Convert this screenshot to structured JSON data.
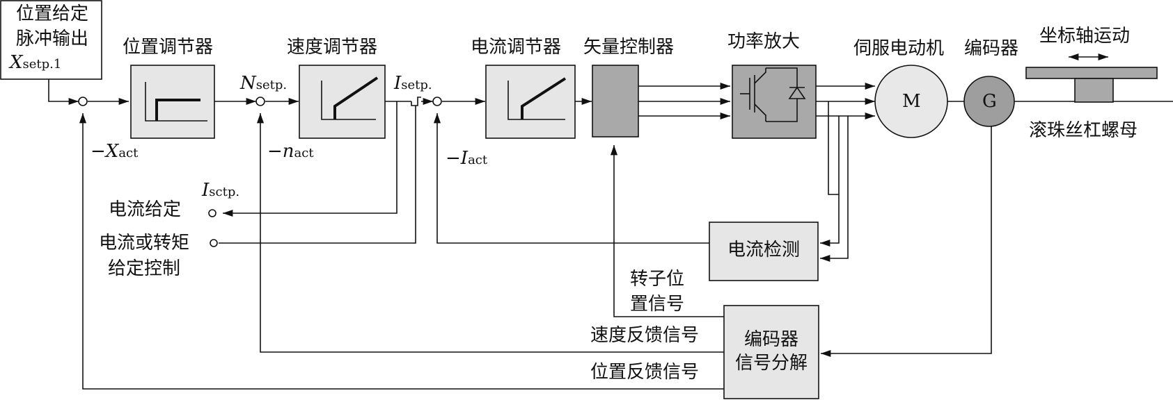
{
  "blocks": {
    "pos_setpoint_line1": "位置给定",
    "pos_setpoint_line2": "脉冲输出",
    "pos_setpoint_sym": "X",
    "pos_setpoint_sub": "setp.1",
    "pos_regulator": "位置调节器",
    "speed_regulator": "速度调节器",
    "current_regulator": "电流调节器",
    "vector_controller": "矢量控制器",
    "power_amp": "功率放大",
    "servo_motor": "伺服电动机",
    "encoder": "编码器",
    "axis_motion": "坐标轴运动",
    "ball_screw": "滚珠丝杠螺母",
    "motor_letter": "M",
    "encoder_letter": "G",
    "current_detect": "电流检测",
    "encoder_decomp_line1": "编码器",
    "encoder_decomp_line2": "信号分解"
  },
  "signals": {
    "n_setp_sym": "N",
    "n_setp_sub": "setp.",
    "i_setp_sym": "I",
    "i_setp_sub": "setp.",
    "x_act_prefix": "−",
    "x_act_sym": "X",
    "x_act_sub": "act",
    "n_act_prefix": "−",
    "n_act_sym": "n",
    "n_act_sub": "act",
    "i_act_prefix": "−",
    "i_act_sym": "I",
    "i_act_sub": "act",
    "i_sctp_sym": "I",
    "i_sctp_sub": "sctp.",
    "current_setpoint": "电流给定",
    "torque_ctrl_line1": "电流或转矩",
    "torque_ctrl_line2": "给定控制",
    "rotor_pos_line1": "转子位",
    "rotor_pos_line2": "置信号",
    "speed_feedback": "速度反馈信号",
    "pos_feedback": "位置反馈信号"
  }
}
